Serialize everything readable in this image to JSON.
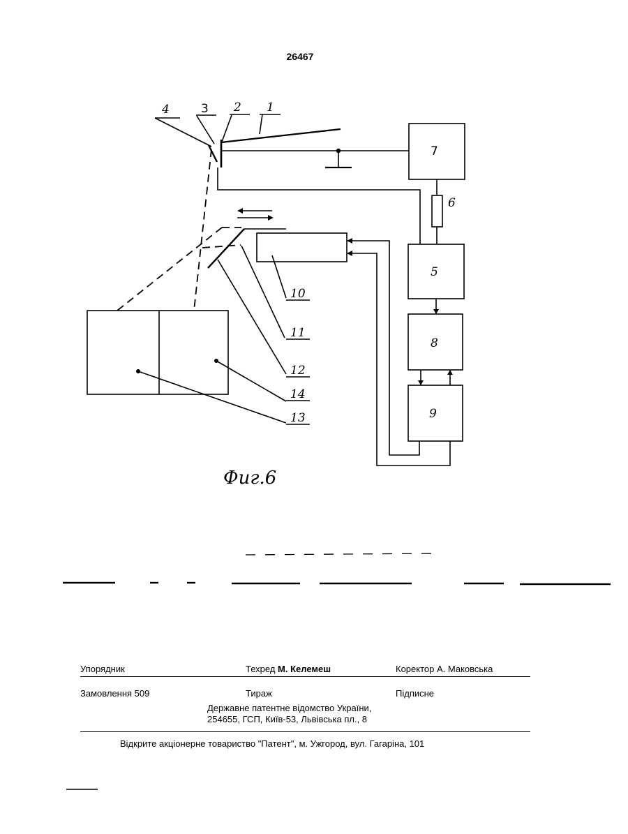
{
  "page_number": "26467",
  "figure": {
    "caption": "Фиг.6",
    "callouts": [
      "1",
      "2",
      "3",
      "4",
      "5",
      "6",
      "7",
      "8",
      "9",
      "10",
      "11",
      "12",
      "13",
      "14"
    ]
  },
  "imprint": {
    "compiler_label": "Упорядник",
    "techred_label": "Техред",
    "techred_name": "М. Келемеш",
    "corrector": "Коректор А. Маковська",
    "order": "Замовлення 509",
    "circulation": "Тираж",
    "subscription": "Підписне",
    "office_line1": "Державне патентне відомство України,",
    "office_line2": "254655, ГСП, Київ-53, Львівська пл., 8",
    "publisher": "Відкрите акціонерне товариство \"Патент\", м. Ужгород, вул. Гагаріна, 101"
  }
}
